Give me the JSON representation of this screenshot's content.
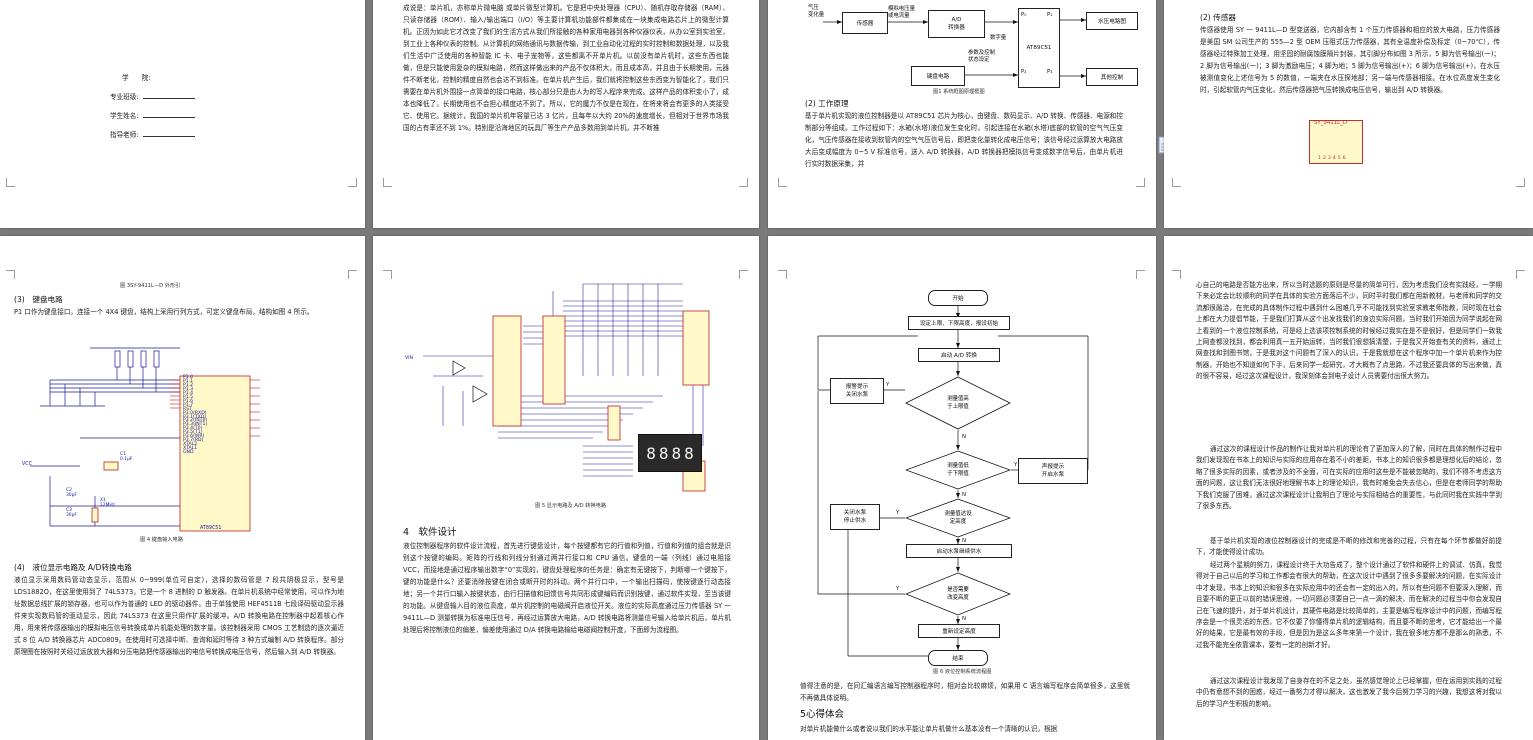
{
  "pages": {
    "p1": {
      "form": [
        {
          "label": "学　　院:"
        },
        {
          "label": "专业班级:"
        },
        {
          "label": "学生姓名:"
        },
        {
          "label": "指导老师:"
        }
      ]
    },
    "p2": {
      "body": "成说是：单片机，亦称单片微电脑 或单片微型计算机。它是把中央处理器（CPU）、随机存取存储器（RAM）、只读存储器（ROM）、输入/输出端口（I/O）等主要计算机功能部件都集成在一块集成电路芯片上的微型计算机。正因为如此它才改变了我们的生活方式从我们所接触的各种家用电器到各种仪器仪表，从办公室到实验室，到工业上各种仪表的控制。从计算机的网络通讯与数据传输，到工业自动化过程的实时控制和数据处理，以及我们生活中广泛使用的各种智能 IC 卡、电子宠物等，这些都离不开单片机。以前没有单片机时，这些东西也能做，但是只能使用复杂的模拟电路，然而这样做出来的产品不仅体积大，而且成本高，并且由于长期使用，元器件不断老化，控制的精度自然也会达不到标准。在单片机产生后，我们就将控制这些东西变为智能化了，我们只需要在单片机外围接一点简单的接口电路，核心部分只是由人为的写入程序来完成。这样产品的体积变小了，成本也降低了，长期使用也不会担心精度达不到了。所以，它的魔力不仅是在现在，在将来将会有更多的人类接受它、使用它。据统计，我国的单片机年容量已达 3 亿片，且每年以大约 20%的速度增长，但相对于世界市场我国的占有率还不到 1%。特别是沿海地区的玩具厂等生产产品多数用到单片机，并不断推"
    },
    "p3": {
      "diagram": {
        "pressure_label": "气压\n变化量",
        "sensor": "传感器",
        "analog_label": "模拟电压量\n或电流量",
        "ad": "A/D\n转换器",
        "digital_label": "数字量",
        "chip": "AT89C51",
        "p0": "P₀",
        "p1": "P₁",
        "p2": "P₂",
        "p3": "P₃",
        "keyboard_label": "参数及控制\n状态设定",
        "keyboard": "键盘电路",
        "display": "水压电路图",
        "other": "其他控制"
      },
      "fig_caption": "图1 系统框图原理框图",
      "section": "(2) 工作原理",
      "body": "基于单片机实现的液位控制器是以 AT89C51 芯片为核心，由键盘、数码显示、A/D 转换、传感器、电源和控制部分等组成。工作过程如下：水箱(水塔)液位发生变化时，引起连接在水箱(水塔)底部的软管的空气气压变化，气压传感器在接收到软管内的空气气压信号后，即把变化量转化成电压信号；该信号经过运算放大电路放大后变成幅度为 0~5 V 标准信号，送入 A/D 转换器，A/D 转换器把模拟信号变成数字信号后，由单片机进行实时数据采集，并"
    },
    "p4": {
      "section": "(2) 传感器",
      "body": "传感器使用 SY 一 9411L—D 型变送器，它内部含有 1 个压力传感器和相应的放大电路，压力传感器是美国 SM 公司生产的 555—2 型 OEM 压阻式压力传感器，其有全温度补偿及标定（0~70℃），传感器经过特殊加工处理，用坚固的耐腐蚀膜隔片封装，其引脚分布如图 3 所示，5 脚为信号输出(一)；2 脚为信号输出(一)；3 脚为激励电压；4 脚为地；5 脚为信号输出(+)；6 脚为信号输出(+)，在水压被测值变化上述信号为 5 的数值，一端夹在水压探地部；另一端与传感器相接。在水位高度发生变化时，引起软管内气压变化，然后传感器把气压转换成电压信号，输出到 A/D 转换器。",
      "chip_label": "SY_9411L_D",
      "pins": [
        "1",
        "2",
        "3",
        "4",
        "5",
        "6"
      ]
    },
    "p5": {
      "fig_caption_top": "图 3SY-9411L—D 外形引",
      "section1": "(3)　键盘电路",
      "body1": "P1 口作为键盘接口，连接一个 4X4 键盘，结构上采用行列方式，可定义键盘布局，结构如图 4 所示。",
      "circuit_chip": "AT89C51",
      "chip_pins_left": [
        "P1.0",
        "P1.1",
        "P1.2",
        "P1.3",
        "P1.4",
        "P1.5",
        "P1.6",
        "P1.7",
        "RST",
        "P3.0(RXD)",
        "P3.1(TXD)",
        "P3.2(INT0)",
        "P3.3(INT1)",
        "P3.4(T0)",
        "P3.5(T1)",
        "P3.6(WR)",
        "P3.7(RD)",
        "XTAL2",
        "XTAL1",
        "GND"
      ],
      "vcc_label": "VCC",
      "c1": "C1\n0.1μF",
      "c2": "C2\n30pF",
      "c3": "C3\n30pF",
      "x1": "X1\n12MHz",
      "fig_caption": "图 4 键盘输入电路",
      "section2": "(4)　液位显示电路及 A/D转换电路",
      "body2": "液位显示采用数码管动态显示，范围从 0~999(单位可自定)，选择的数码管是 7 段共阴极显示，型号是 LDS1882O，在这里使用到了 74LS373，它是一个 8 进制的 D 触发器。在单片机系统中经常使用，可以作为地址数据总线扩展的锁存器，也可以作为普通的 LED 的驱动器件。由于单独使用 HEF4511B 七段译码驱动显示器件来实现数码管的驱动显示，因此 74LS373 在这里只用作扩展的缓冲。A/D 转换电路在控制器中起着核心作用，用来将传感器输出的模拟电压信号转换成单片机能处理的数字量。该控制器采用 CMOS 工艺制造的逐次逼近式 8 位 A/D 转换器芯片 ADC0809。在使用时可选择中断、查询和延时等待 3 种方式编制 A/D 转换程序。部分原理图在按照时关经过运放放大器和分压电路把传感器输出的电信号转换成电压信号，然后输入到 A/D 转换器。"
    },
    "p6": {
      "vin_label": "VIN",
      "fig_caption": "图 5 显示电路及 A/D 转换电路",
      "digits": [
        "8",
        "8",
        "8",
        "8"
      ],
      "section": "4　软件设计",
      "body": "液位控制器程序的软件设计流程，首先进行键盘设计，每个按键都有它的行值和列值，行值和列值的组合就是识别这个按键的编码。矩阵的行线和列线分别通过两并行接口和 CPU 通信。键盘的一端（列线）通过电阻接 VCC，而接地是通过程序输出数字“0”实现的，键盘处理程序的任务是：确定有无键按下，判断哪一个键按下，键的功能是什么？还要消除按键在闭合或断开时的抖动。两个并行口中，一个输出扫描码，使按键逐行动态接地；另一个并行口输入按键状态，由行扫描值和回馈信号共同形成键编码而识别按键，通过软件实现，至当该键的功能。从键盘输入目的液位高度，单片机控制的电磁阀开启液位开关。液位的实际高度通过压力传感器 SY 一 9411L—D 测量转换为标准电压信号，再经过运算放大电路，A/D 转换电路将测量信号输入给单片机后，单片机处理后将控制液位的偏差，偏差使用通过 D/A 转换电路输给电磁阀控制开度，下面即为流程图。"
    },
    "p7": {
      "flow": {
        "start": "开始",
        "set_limits": "设定上限、下限高度，报设初始",
        "start_ad": "启动 A/D 转换",
        "cond1": "测量值高\n于上限值",
        "act1": "报警提示\n关闭水泵",
        "cond2": "测量值低\n于下限值",
        "act2": "声报提示\n开启水泵",
        "cond3": "测量值达设\n定高度",
        "act3": "关闭水泵\n停止供水",
        "start_pump": "启动水泵继续供水",
        "cond4": "是否需要\n改变高度",
        "reset": "重新设定高度",
        "end": "结束"
      },
      "flow_y": "Y",
      "flow_n": "N",
      "fig_caption": "图 6 液位控制系统流程图",
      "body": "值得注意的是，在同汇编语言编写控制器程序时，相对会比较麻烦，如果用 C 语言编写程序会简单很多，这里就不再做具体说明。",
      "section": "5心得体会",
      "body2": "对单片机能做什么或者说以我们的水平能让单片机做什么基本没有一个清晰的认识，根据"
    },
    "p8": {
      "body": "心自己的电路是否能方出来，所以当时选题的原则是尽量的简单可行，因为考虑我们没有实践经，一学期下来必定会比较顺利的同学在具体的实验方面落后不少，同时平时我们都在用新教材，与老师和同学的交流都很融洽，在完成的具体制作过程中遇到什么困难几乎不可能找到实验室求教老师指教，同时现在社会上都在大力提倡节能，于是我们打算从这个出发找我们的身边实际问题，当时我们开始因为同学说起在网上看到的一个液位控制系统，可是经上选该项控制系统的时候经过我实在是不是很好，但是同学们一致我上网查都没找到，都会利用真一五开始运转，当时我们很想搞清楚，于是我又开始查有关的资料，通过上网查找和到图书馆，于是我对这个问题有了深入的认识，于是我就想在这个程序中加一个单片机来作为控制器，开始也不知道如何下手，后来同学一起研究，才大概有了点思路，不过我还要具体的写出来做，真的很不容易，经过这次课程设计，我深刻体会到电子设计人员需要付出很大努力。",
      "body2": "通过这次的课程设计作品的制作让我对单片机的理论有了更加深入的了解，同时在具体的制作过程中我们发现现在书本上的知识与实际的应用存在着不小的差距，书本上的知识很多都是理想化后的结论，忽略了很多实际的因素，或者涉及的不全面，可在实际的应用时这些是不能被忽略的，我们不得不考虑这方面的问题，这让我们无法很好地理解书本上的理论知识，我有时难免会失去信心，但是在老师同学的帮助下我们克服了困难，通过这次课程设计让我明白了理论与实际相结合的重要性，与此同时我在实践中学到了很多东西。",
      "body3": "基于单片机实现的液位控制器设计的完成是不断的修改和完善的过程，只有在每个环节都做好前提下，才能使得设计成功。",
      "body4": "经过两个星期的努力，课程设计终于大功告成了，整个设计通过了软件和硬件上的调试、仿真，我觉得对于自己以后的学习和工作都会有很大的帮助，在这次设计中遇到了很多多要解决的问题，在实际设计中才发现，书本上的知识和很多在实际应用中的还会有一定的出入的。所以有些问题不但要深入理解，而且要不断的更正以前的错误思维，一切问题必须要自己一点一滴的解决，而在解决的过程当中你会发现自己在飞速的提升，对于单片机设计，其硬件电路是比较简单的，主要是编写程序设计中的问题，而编写程序会是一个很灵活的东西，它不仅要了你懂得单片机的逻辑结构，而且要不断的思考，它才能给出一个最好的结果，它是最有效的手段，但是因为是这么多年来第一个设计，我在很多地方都不是那么的熟悉，不过我不能完全依靠课本，要有一定的创新才好。",
      "body5": "通过这次课程设计我发现了自身存在的不足之处，虽然感觉理论上已经掌握，但在运用到实践的过程中仍有意想不到的困惑，经过一番努力才得以解决，这也激发了我今后努力学习的兴趣，我想这将对我以后的学习产生积极的影响。"
    }
  }
}
